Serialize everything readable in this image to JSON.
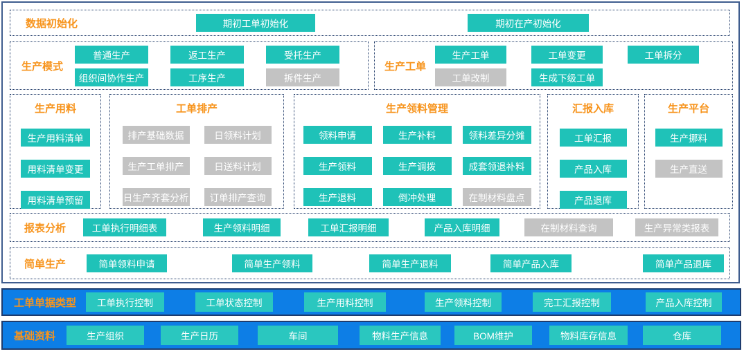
{
  "colors": {
    "teal_button": "#1fc2b8",
    "teal_button_on_bar": "#2ac7bf",
    "gray_button": "#c3c3c3",
    "label_orange": "#f7941d",
    "bar_blue": "#0d7ee6",
    "bar_border_navy": "#1e3c6e",
    "frame_border": "#3e5c8e",
    "dotted_border": "#1f3a68",
    "button_text": "#ffffff"
  },
  "sections": {
    "data_init": {
      "label": "数据初始化",
      "buttons": [
        {
          "text": "期初工单初始化",
          "variant": "teal"
        },
        {
          "text": "期初在产初始化",
          "variant": "teal"
        }
      ]
    },
    "production_mode": {
      "label": "生产模式",
      "buttons": [
        {
          "text": "普通生产",
          "variant": "teal"
        },
        {
          "text": "返工生产",
          "variant": "teal"
        },
        {
          "text": "受托生产",
          "variant": "teal"
        },
        {
          "text": "组织间协作生产",
          "variant": "teal"
        },
        {
          "text": "工序生产",
          "variant": "teal"
        },
        {
          "text": "拆件生产",
          "variant": "gray"
        }
      ]
    },
    "production_order": {
      "label": "生产工单",
      "buttons": [
        {
          "text": "生产工单",
          "variant": "teal"
        },
        {
          "text": "工单变更",
          "variant": "teal"
        },
        {
          "text": "工单拆分",
          "variant": "teal"
        },
        {
          "text": "工单改制",
          "variant": "gray"
        },
        {
          "text": "生成下级工单",
          "variant": "teal"
        }
      ]
    },
    "production_material": {
      "label": "生产用料",
      "buttons": [
        {
          "text": "生产用料清单",
          "variant": "teal"
        },
        {
          "text": "用料清单变更",
          "variant": "teal"
        },
        {
          "text": "用料清单预留",
          "variant": "teal"
        }
      ]
    },
    "order_scheduling": {
      "label": "工单排产",
      "buttons": [
        {
          "text": "排产基础数据",
          "variant": "gray"
        },
        {
          "text": "日领料计划",
          "variant": "gray"
        },
        {
          "text": "生产工单排产",
          "variant": "gray"
        },
        {
          "text": "日送料计划",
          "variant": "gray"
        },
        {
          "text": "日生产齐套分析",
          "variant": "gray"
        },
        {
          "text": "订单排产查询",
          "variant": "gray"
        }
      ]
    },
    "picking_management": {
      "label": "生产领料管理",
      "buttons": [
        {
          "text": "领料申请",
          "variant": "teal"
        },
        {
          "text": "生产补料",
          "variant": "teal"
        },
        {
          "text": "领料差异分摊",
          "variant": "teal"
        },
        {
          "text": "生产领料",
          "variant": "teal"
        },
        {
          "text": "生产调拨",
          "variant": "teal"
        },
        {
          "text": "成套领退补料",
          "variant": "teal"
        },
        {
          "text": "生产退料",
          "variant": "teal"
        },
        {
          "text": "倒冲处理",
          "variant": "teal"
        },
        {
          "text": "在制材料盘点",
          "variant": "gray"
        }
      ]
    },
    "report_warehousing": {
      "label": "汇报入库",
      "buttons": [
        {
          "text": "工单汇报",
          "variant": "teal"
        },
        {
          "text": "产品入库",
          "variant": "teal"
        },
        {
          "text": "产品退库",
          "variant": "teal"
        }
      ]
    },
    "production_platform": {
      "label": "生产平台",
      "buttons": [
        {
          "text": "生产挪料",
          "variant": "teal"
        },
        {
          "text": "生产直送",
          "variant": "gray"
        }
      ]
    },
    "report_analysis": {
      "label": "报表分析",
      "buttons": [
        {
          "text": "工单执行明细表",
          "variant": "teal"
        },
        {
          "text": "生产领料明细",
          "variant": "teal"
        },
        {
          "text": "工单汇报明细",
          "variant": "teal"
        },
        {
          "text": "产品入库明细",
          "variant": "teal"
        },
        {
          "text": "在制材料查询",
          "variant": "gray"
        },
        {
          "text": "生产异常类报表",
          "variant": "gray"
        }
      ]
    },
    "simple_production": {
      "label": "简单生产",
      "buttons": [
        {
          "text": "简单领料申请",
          "variant": "teal"
        },
        {
          "text": "简单生产领料",
          "variant": "teal"
        },
        {
          "text": "简单生产退料",
          "variant": "teal"
        },
        {
          "text": "简单产品入库",
          "variant": "teal"
        },
        {
          "text": "简单产品退库",
          "variant": "teal"
        }
      ]
    },
    "order_doc_types": {
      "label": "工单单据类型",
      "buttons": [
        {
          "text": "工单执行控制",
          "variant": "teal"
        },
        {
          "text": "工单状态控制",
          "variant": "teal"
        },
        {
          "text": "生产用料控制",
          "variant": "teal"
        },
        {
          "text": "生产领料控制",
          "variant": "teal"
        },
        {
          "text": "完工汇报控制",
          "variant": "teal"
        },
        {
          "text": "产品入库控制",
          "variant": "teal"
        }
      ]
    },
    "basic_data": {
      "label": "基础资料",
      "buttons": [
        {
          "text": "生产组织",
          "variant": "teal"
        },
        {
          "text": "生产日历",
          "variant": "teal"
        },
        {
          "text": "车间",
          "variant": "teal"
        },
        {
          "text": "物料生产信息",
          "variant": "teal"
        },
        {
          "text": "BOM维护",
          "variant": "teal"
        },
        {
          "text": "物料库存信息",
          "variant": "teal"
        },
        {
          "text": "仓库",
          "variant": "teal"
        }
      ]
    }
  }
}
